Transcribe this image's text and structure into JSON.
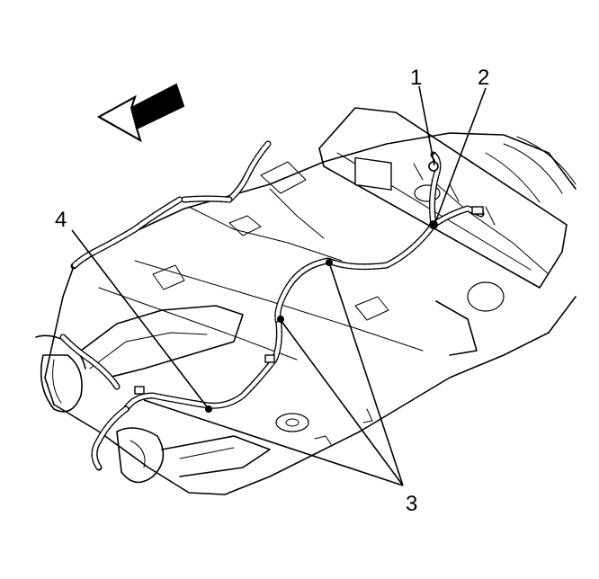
{
  "diagram": {
    "callouts": [
      {
        "id": "c1",
        "label": "1"
      },
      {
        "id": "c2",
        "label": "2"
      },
      {
        "id": "c3",
        "label": "3"
      },
      {
        "id": "c4",
        "label": "4"
      }
    ],
    "direction_arrow": "arrow-icon"
  }
}
